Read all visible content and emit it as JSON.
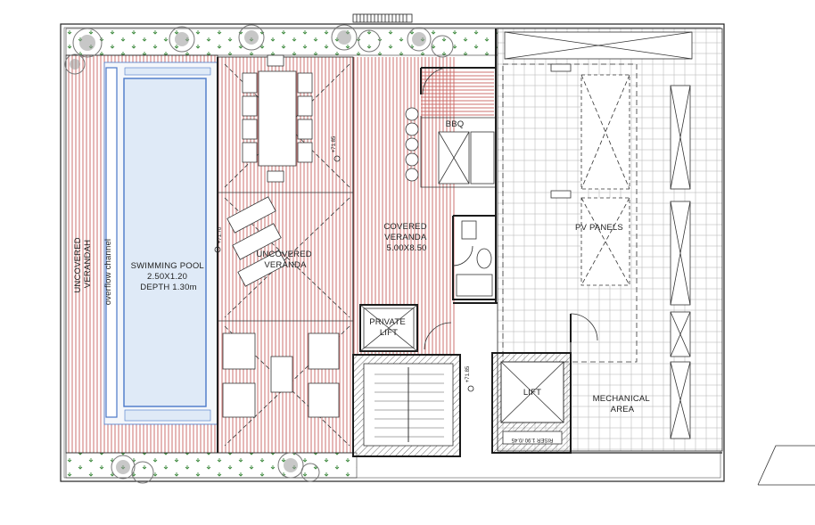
{
  "labels": {
    "uncovered_verandah": [
      "UNCOVERED",
      "VERANDAH"
    ],
    "overflow_channel": "overflow channel",
    "pool": [
      "SWIMMING POOL",
      "2.50X1.20",
      "DEPTH 1.30m"
    ],
    "uncovered_veranda": [
      "UNCOVERED",
      "VERANDA"
    ],
    "covered_veranda": [
      "COVERED",
      "VERANDA",
      "5.00X8.50"
    ],
    "bbq": "BBQ",
    "private_lift": [
      "PRIVATE",
      "LIFT"
    ],
    "lift": "LIFT",
    "pv_panels": "PV PANELS",
    "mechanical_area": [
      "MECHANICAL",
      "AREA"
    ],
    "riser": "RISER 1.90 /0.45",
    "level_1": "+71.85",
    "level_2": "+71.85",
    "level_3": "+71.70"
  },
  "colors": {
    "deck": "#c9625f",
    "pool_water": "#dfeaf7",
    "pool_edge": "#4a78c9",
    "grass": "#3e8a3e",
    "tiles": "#bdbdbd",
    "walls": "#1b1b1b"
  }
}
